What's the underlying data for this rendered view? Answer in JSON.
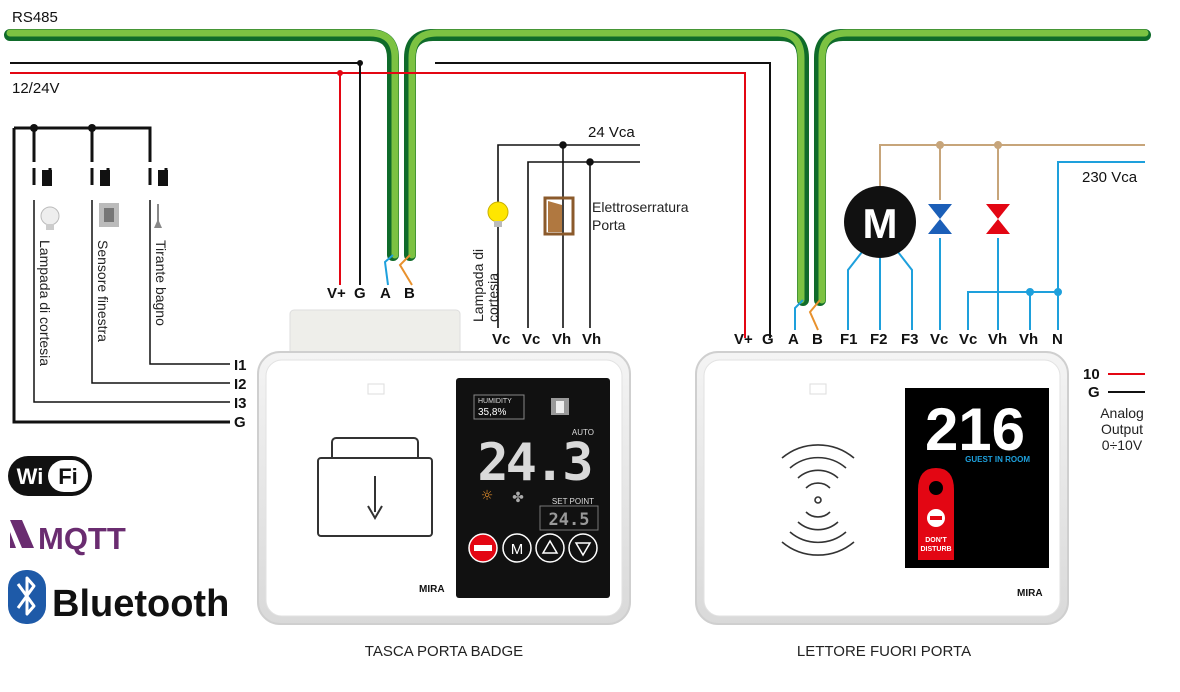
{
  "bus": {
    "rs485": "RS485",
    "supply": "12/24V",
    "vca24": "24 Vca",
    "vca230": "230 Vca"
  },
  "left_terminals": {
    "v_plus": "V+",
    "g": "G",
    "a": "A",
    "b": "B"
  },
  "inputs": {
    "i1": "I1",
    "i2": "I2",
    "i3": "I3",
    "g": "G"
  },
  "left_devices": {
    "lamp": "Lampada di cortesia",
    "window": "Sensore finestra",
    "bath": "Tirante bagno"
  },
  "mid_devices": {
    "lamp_line1": "Lampada di",
    "lamp_line2": "cortesia",
    "lock_line1": "Elettroserratura",
    "lock_line2": "Porta"
  },
  "mid_terminals": {
    "vc1": "Vc",
    "vc2": "Vc",
    "vh1": "Vh",
    "vh2": "Vh"
  },
  "right_terminals": {
    "v_plus": "V+",
    "g": "G",
    "a": "A",
    "b": "B",
    "f1": "F1",
    "f2": "F2",
    "f3": "F3",
    "vc1": "Vc",
    "vc2": "Vc",
    "vh1": "Vh",
    "vh2": "Vh",
    "n": "N"
  },
  "motor": "M",
  "analog": {
    "ten": "10",
    "g": "G",
    "line1": "Analog",
    "line2": "Output",
    "line3": "0÷10V"
  },
  "badge_device": {
    "title": "TASCA PORTA BADGE",
    "brand": "MIRA",
    "humidity_label": "HUMIDITY",
    "humidity_value": "35,8%",
    "mode": "AUTO",
    "temperature": "24.3",
    "setpoint_label": "SET POINT",
    "setpoint_value": "24.5",
    "btn_m": "M"
  },
  "reader_device": {
    "title": "LETTORE FUORI PORTA",
    "brand": "MIRA",
    "room_number": "216",
    "guest_status": "GUEST IN ROOM",
    "dnd_line1": "DON'T",
    "dnd_line2": "DISTURB"
  },
  "logos": {
    "wifi_a": "Wi",
    "wifi_b": "Fi",
    "mqtt": "MQTT",
    "bluetooth": "Bluetooth"
  },
  "colors": {
    "rs485": "#6db33f",
    "rs485_dark": "#0f6b2a",
    "supply": "#e30613",
    "tan": "#c7a57a",
    "blue": "#1ea0dc"
  }
}
